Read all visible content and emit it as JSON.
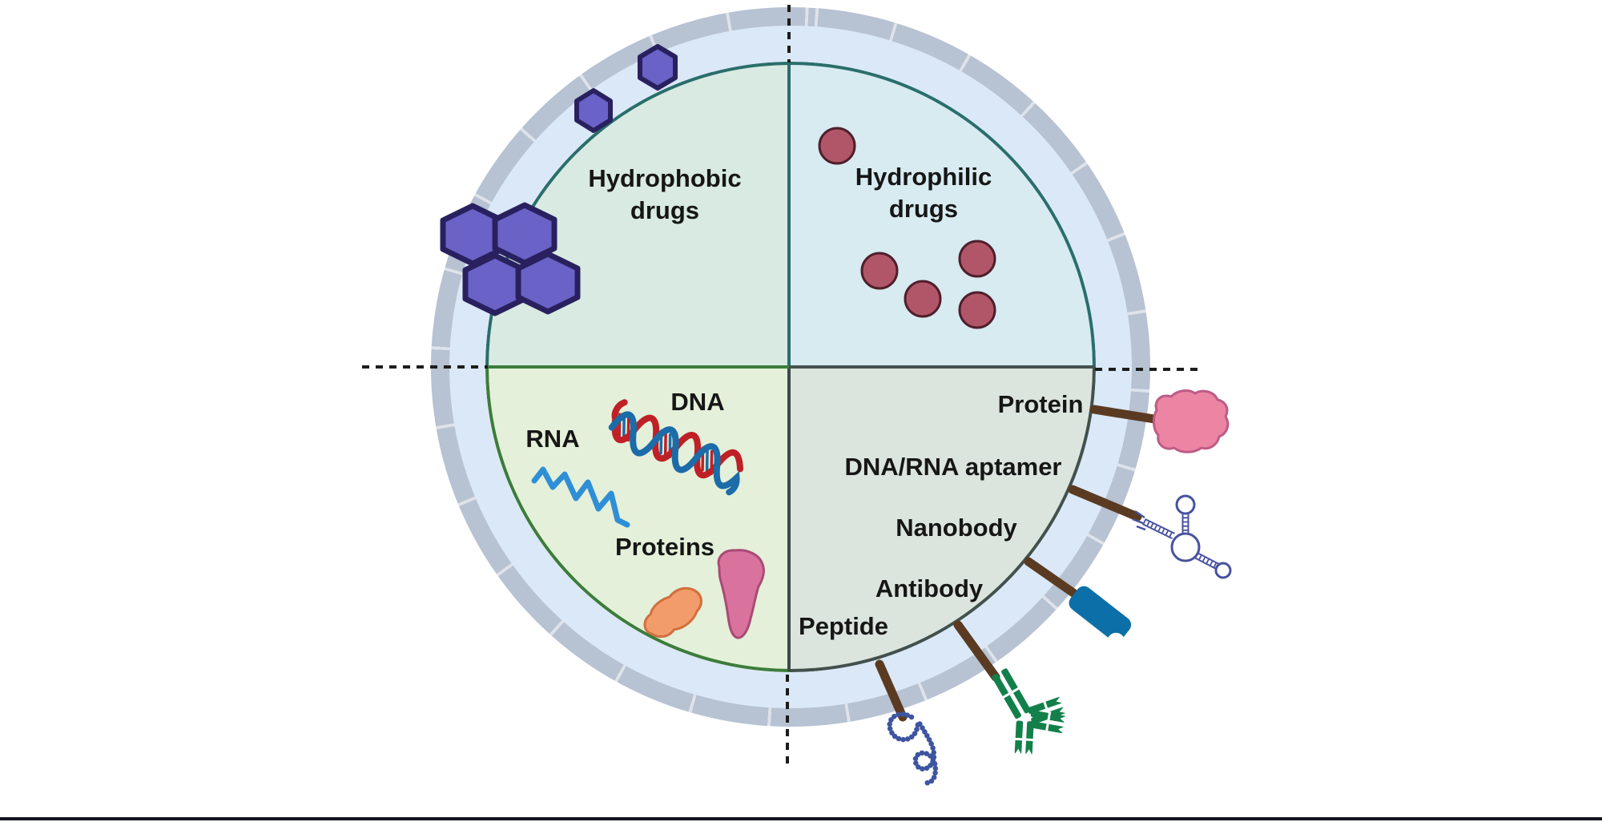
{
  "diagram": {
    "description": "Vesicle cross-section with four quadrants of cargo types and external surface ligands",
    "labels": {
      "hydrophobic_1": "Hydrophobic",
      "hydrophobic_2": "drugs",
      "hydrophilic_1": "Hydrophilic",
      "hydrophilic_2": "drugs",
      "dna": "DNA",
      "rna": "RNA",
      "proteins": "Proteins",
      "surface_protein": "Protein",
      "surface_aptamer": "DNA/RNA aptamer",
      "surface_nanobody": "Nanobody",
      "surface_antibody": "Antibody",
      "surface_peptide": "Peptide"
    },
    "colors": {
      "background": "#ffffff",
      "membrane_outer": "#b7c2d2",
      "membrane_inner_ring": "#dbe8f7",
      "quadrant_hydrophobic": "#d9eae2",
      "quadrant_hydrophilic": "#d7ebf1",
      "quadrant_cargo": "#e4f0d9",
      "quadrant_surface": "#dce5dd",
      "border_teal": "#2a6e6b",
      "border_green": "#3c7c3a",
      "border_dark": "#42504e",
      "hexagon_fill": "#6a62c6",
      "hexagon_outline": "#29215f",
      "drug_circle_fill": "#b15669",
      "drug_circle_outline": "#4f1f2b",
      "dna_blue": "#1b6ca8",
      "dna_red": "#bf2026",
      "rna_blue": "#2f8fd6",
      "protein_orange": "#f29c6b",
      "protein_pink": "#d9739e",
      "surface_protein_pink": "#ec84a4",
      "stalk_brown": "#5a3b22",
      "aptamer_outline": "#47519e",
      "nanobody_blue": "#0c6fa7",
      "antibody_green": "#13804b",
      "peptide_navy": "#3d55a0",
      "dashed_line": "#1c1c1c"
    },
    "icons": {
      "hydrophobic-drug-hexagon": "purple hexagon x6 (4 clustered at membrane, 2 embedded in membrane)",
      "hydrophilic-drug-circle": "maroon circle x5",
      "dna-icon": "red-blue double helix",
      "rna-icon": "blue squiggle strand",
      "cargo-protein-orange-icon": "orange globular protein blob",
      "cargo-protein-pink-icon": "pink globular protein blob",
      "surface-protein-icon": "pink protein blob on brown stalk",
      "aptamer-icon": "stem-loop nucleic acid cloverleaf on brown stalk",
      "nanobody-icon": "blue notched domain on brown stalk",
      "antibody-icon": "green Y-shaped immunoglobulin on brown stalk",
      "peptide-icon": "navy beaded squiggle on brown stalk"
    }
  }
}
